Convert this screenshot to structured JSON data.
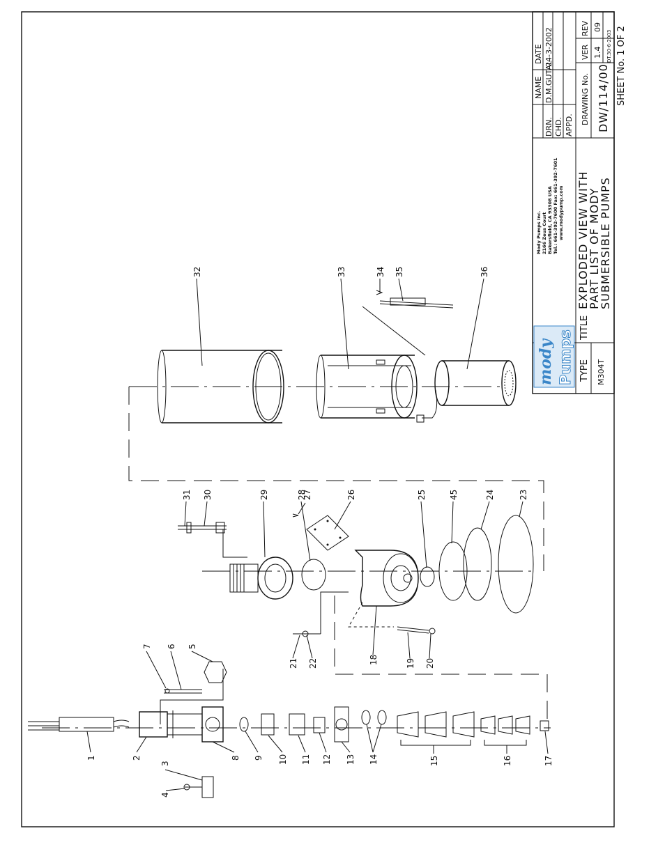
{
  "company": {
    "logo_top": "mody",
    "logo_bottom": "Pumps",
    "address_lines": [
      "Mody Pumps Inc.",
      "2166 Zeus Court",
      "Bakersfield, CA 93308  USA",
      "Tel.: 661-392-7600  Fax: 661-392-7601",
      "www.modypump.com"
    ]
  },
  "title_block": {
    "type_label": "TYPE",
    "type_value": "M304T",
    "title_label": "TITLE",
    "title_lines": [
      "EXPLODED VIEW WITH",
      "PART LIST OF MODY",
      "SUBMERSIBLE PUMPS"
    ],
    "name_header": "NAME",
    "date_header": "DATE",
    "drn_label": "DRN.",
    "drn_name": "D.M.GUTAL",
    "drn_date": "24-3-2002",
    "chd_label": "CHD.",
    "appd_label": "APPD.",
    "drawing_no_label": "DRAWING No.",
    "drawing_no": "DW/114/00",
    "ver_label": "VER",
    "ver_value": "1.4",
    "rev_label": "REV",
    "rev_value": "09",
    "rev_date": "DT.30-6-2003",
    "sheet": "SHEET No. 1 OF 2"
  },
  "part_numbers": [
    "1",
    "2",
    "3",
    "4",
    "5",
    "6",
    "7",
    "8",
    "9",
    "10",
    "11",
    "12",
    "13",
    "14",
    "15",
    "16",
    "17",
    "18",
    "19",
    "20",
    "21",
    "22",
    "23",
    "24",
    "25",
    "26",
    "27",
    "28",
    "29",
    "30",
    "31",
    "32",
    "33",
    "34",
    "35",
    "36",
    "45"
  ],
  "colors": {
    "line": "#111111",
    "logo_blue": "#3a86c8",
    "logo_light": "#7fb8e6"
  }
}
